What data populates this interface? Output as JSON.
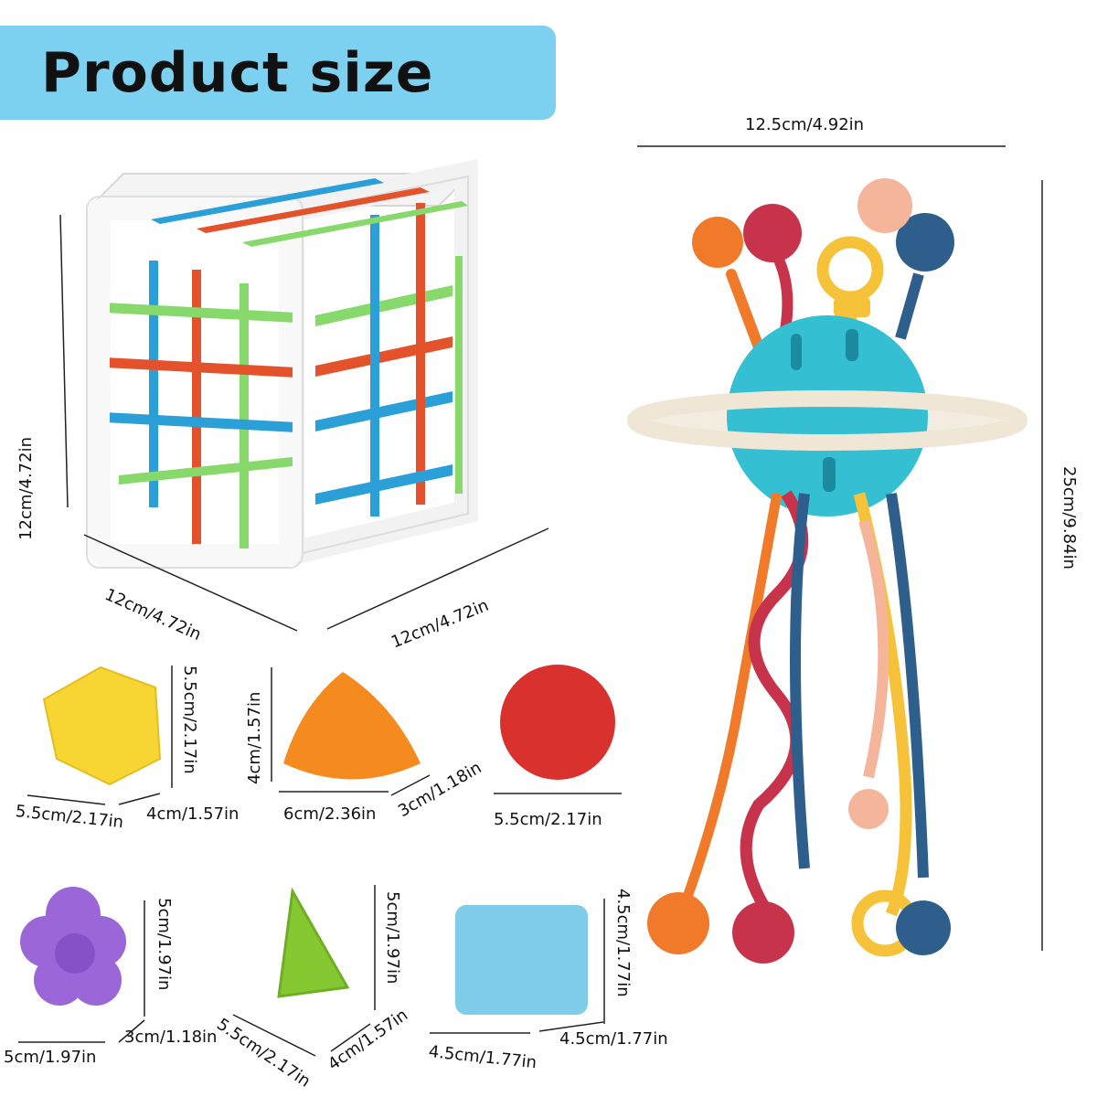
{
  "title": "Product size",
  "colors": {
    "banner": "#7cd1f0",
    "cube_frame": "#ffffff",
    "strap_blue": "#2a9fd8",
    "strap_red": "#e4522c",
    "strap_green": "#86d96a"
  },
  "cube": {
    "height_label": "12cm/4.72in",
    "depth_label": "12cm/4.72in",
    "width_label": "12cm/4.72in"
  },
  "pull_toy": {
    "width_label": "12.5cm/4.92in",
    "height_label": "25cm/9.84in"
  },
  "shapes": {
    "pentagon": {
      "height_label": "5.5cm/2.17in",
      "width_label": "5.5cm/2.17in",
      "depth_label": "4cm/1.57in"
    },
    "cone": {
      "height_label": "4cm/1.57in",
      "width_label": "6cm/2.36in",
      "depth_label": "3cm/1.18in"
    },
    "ball": {
      "width_label": "5.5cm/2.17in"
    },
    "flower": {
      "height_label": "5cm/1.97in",
      "width_label": "5cm/1.97in",
      "depth_label": "3cm/1.18in"
    },
    "triangle": {
      "height_label": "5cm/1.97in",
      "width_label": "5.5cm/2.17in",
      "depth_label": "4cm/1.57in"
    },
    "cube_block": {
      "height_label": "4.5cm/1.77in",
      "width_label": "4.5cm/1.77in",
      "depth_label": "4.5cm/1.77in"
    }
  }
}
